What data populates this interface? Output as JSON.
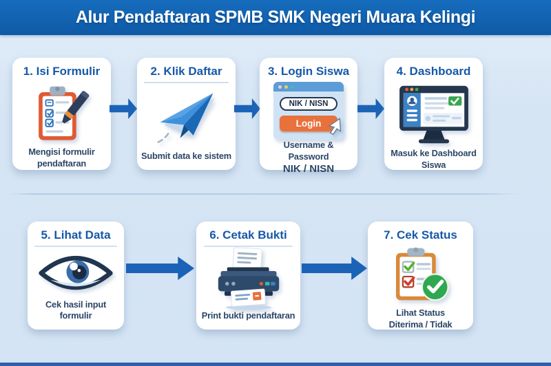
{
  "header": {
    "title": "Alur Pendaftaran SPMB SMK Negeri Muara Kelingi"
  },
  "steps": [
    {
      "title": "1. Isi Formulir",
      "icon": "clipboard-pen-icon",
      "desc": [
        "Mengisi formulir",
        "pendaftaran"
      ]
    },
    {
      "title": "2. Klik Daftar",
      "icon": "paper-plane-icon",
      "desc": [
        "Submit data ke sistem"
      ]
    },
    {
      "title": "3. Login Siswa",
      "icon": "login-window-icon",
      "desc": [
        "Username & Password",
        "NIK / NISN"
      ],
      "window": {
        "input_label": "NIK / NISN",
        "button_label": "Login"
      }
    },
    {
      "title": "4. Dashboard",
      "icon": "dashboard-monitor-icon",
      "desc": [
        "Masuk ke Dashboard",
        "Siswa"
      ]
    },
    {
      "title": "5. Lihat Data",
      "icon": "eye-icon",
      "desc": [
        "Cek hasil input",
        "formulir"
      ]
    },
    {
      "title": "6. Cetak Bukti",
      "icon": "printer-icon",
      "desc": [
        "Print bukti pendaftaran"
      ]
    },
    {
      "title": "7. Cek Status",
      "icon": "status-clipboard-icon",
      "desc": [
        "Lihat Status",
        "Diterima / Tidak"
      ]
    }
  ],
  "colors": {
    "header_bg": "#1266b4",
    "background": "#d6e5f4",
    "card_title": "#1558a8",
    "description_text": "#2b4668",
    "arrow": "#1b63b7",
    "bottom_bar": "#2d62ab",
    "accent_orange": "#e8713c",
    "success_green": "#2fa84f"
  }
}
